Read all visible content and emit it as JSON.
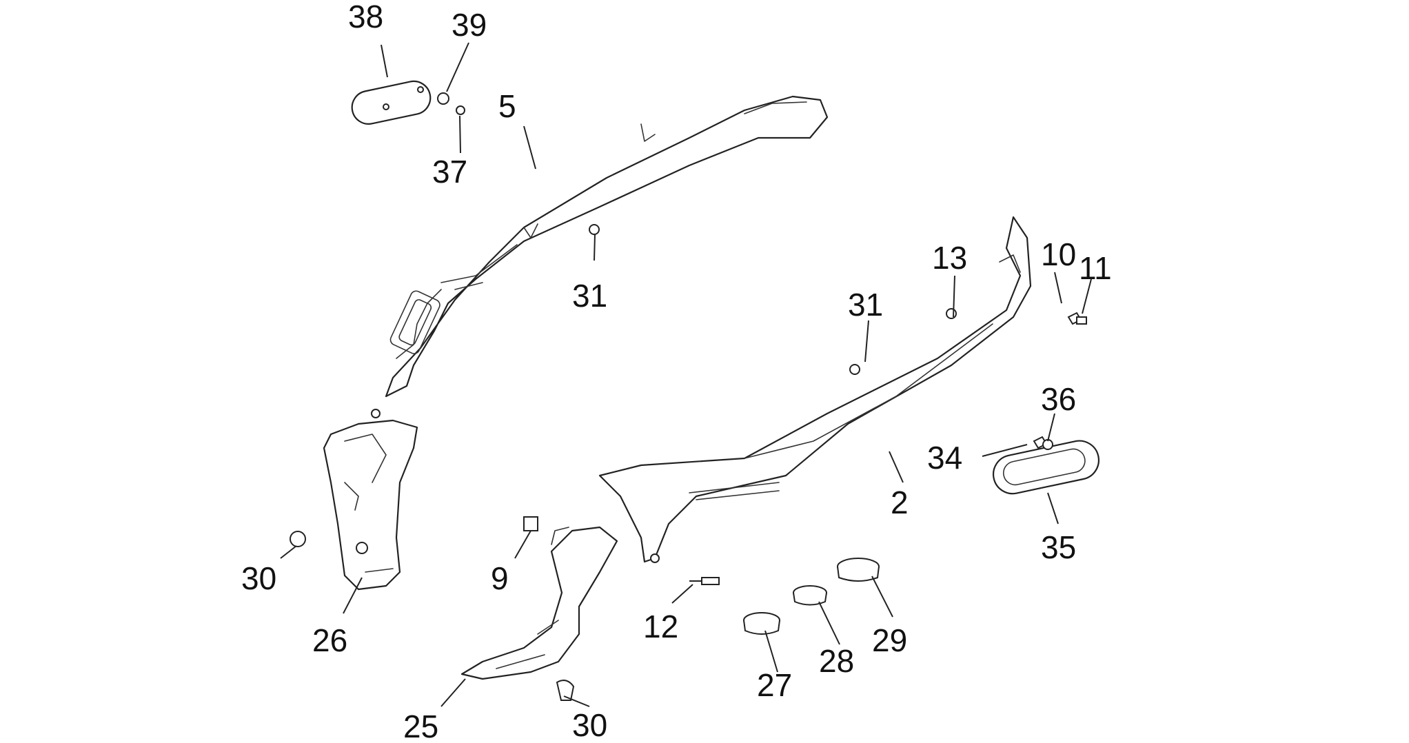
{
  "callouts": [
    {
      "id": "38",
      "text": "38"
    },
    {
      "id": "39",
      "text": "39"
    },
    {
      "id": "5",
      "text": "5"
    },
    {
      "id": "37",
      "text": "37"
    },
    {
      "id": "31a",
      "text": "31"
    },
    {
      "id": "31b",
      "text": "31"
    },
    {
      "id": "13",
      "text": "13"
    },
    {
      "id": "10",
      "text": "10"
    },
    {
      "id": "11",
      "text": "11"
    },
    {
      "id": "36",
      "text": "36"
    },
    {
      "id": "34",
      "text": "34"
    },
    {
      "id": "2",
      "text": "2"
    },
    {
      "id": "35",
      "text": "35"
    },
    {
      "id": "30a",
      "text": "30"
    },
    {
      "id": "26",
      "text": "26"
    },
    {
      "id": "9",
      "text": "9"
    },
    {
      "id": "12",
      "text": "12"
    },
    {
      "id": "29",
      "text": "29"
    },
    {
      "id": "28",
      "text": "28"
    },
    {
      "id": "27",
      "text": "27"
    },
    {
      "id": "25",
      "text": "25"
    },
    {
      "id": "30b",
      "text": "30"
    }
  ]
}
